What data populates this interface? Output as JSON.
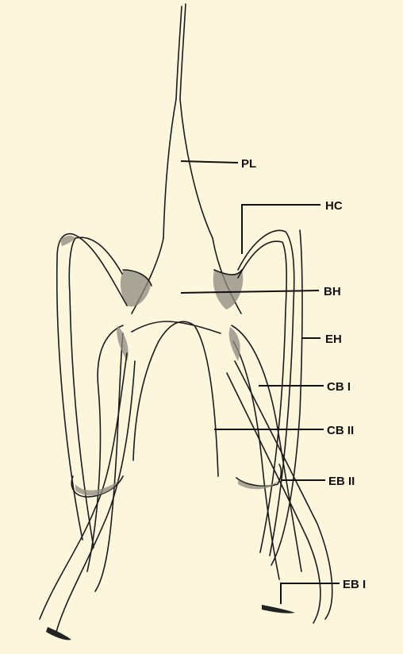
{
  "labels": {
    "pl": "PL",
    "hc": "HC",
    "bh": "BH",
    "eh": "EH",
    "cb1": "CB I",
    "cb2": "CB II",
    "eb2": "EB II",
    "eb1": "EB I"
  },
  "colors": {
    "background": "#fbf6dc",
    "ink": "#111111"
  }
}
